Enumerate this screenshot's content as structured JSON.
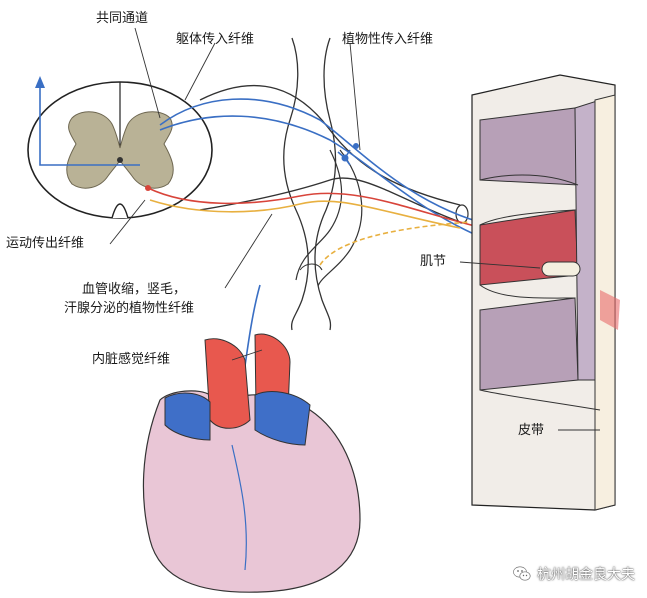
{
  "labels": {
    "common_pathway": "共同通道",
    "somatic_afferent": "躯体传入纤维",
    "autonomic_afferent": "植物性传入纤维",
    "motor_efferent": "运动传出纤维",
    "autonomic_efferent_line1": "血管收缩，竖毛，",
    "autonomic_efferent_line2": "汗腺分泌的植物性纤维",
    "visceral_sensory": "内脏感觉纤维",
    "myotome": "肌节",
    "dermatome": "皮带"
  },
  "watermark": {
    "text": "杭州胡金良大夫",
    "icon": "wechat-icon"
  },
  "colors": {
    "afferent_blue": "#3a6fc4",
    "efferent_red": "#d8443a",
    "autonomic_orange": "#e8b040",
    "grey_matter": "#b9b296",
    "muscle_red": "#c9505a",
    "heart_red": "#e8584e",
    "heart_pink": "#e9c6d6",
    "vessel_blue": "#3f6fc8"
  }
}
